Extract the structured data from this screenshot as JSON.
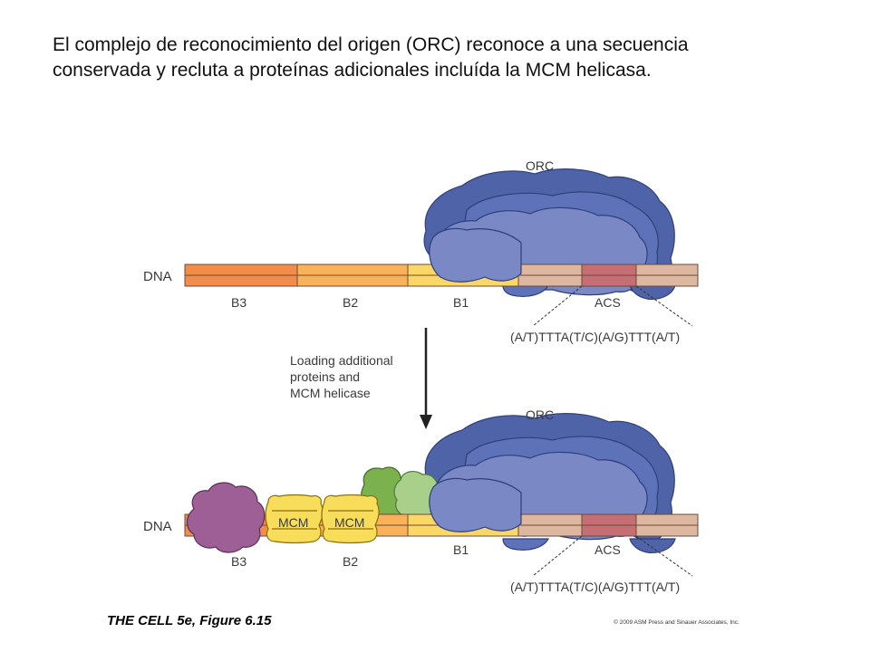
{
  "title": {
    "line1": "El complejo de reconocimiento del origen (ORC) reconoce a una secuencia",
    "line2": "conservada y recluta a proteínas adicionales incluída la MCM helicasa."
  },
  "diagram": {
    "top": {
      "dna_label": "DNA",
      "orc_label": "ORC",
      "segments": [
        "B3",
        "B2",
        "B1",
        "ACS"
      ],
      "sequence": "(A/T)TTTA(T/C)(A/G)TTT(A/T)"
    },
    "arrow_caption": [
      "Loading additional",
      "proteins and",
      "MCM helicase"
    ],
    "bottom": {
      "dna_label": "DNA",
      "orc_label": "ORC",
      "mcm_labels": [
        "MCM",
        "MCM"
      ],
      "segments": [
        "B3",
        "B2",
        "B1",
        "ACS"
      ],
      "sequence": "(A/T)TTTA(T/C)(A/G)TTT(A/T)"
    },
    "colors": {
      "b3": "#f28c4b",
      "b2": "#f9b15a",
      "b1": "#fbd866",
      "tan": "#ddb79f",
      "acs": "#c56e74",
      "orc_dark": "#4f63a8",
      "orc_mid": "#5d72b8",
      "orc_light": "#7a88c6",
      "mcm": "#f8dd5a",
      "purple": "#9d5f95",
      "green_dark": "#7bb24d",
      "green_light": "#a8d08a"
    }
  },
  "footer": {
    "figure": "THE CELL 5e, Figure 6.15",
    "copyright": "© 2009 ASM Press and Sinauer Associates, Inc."
  }
}
